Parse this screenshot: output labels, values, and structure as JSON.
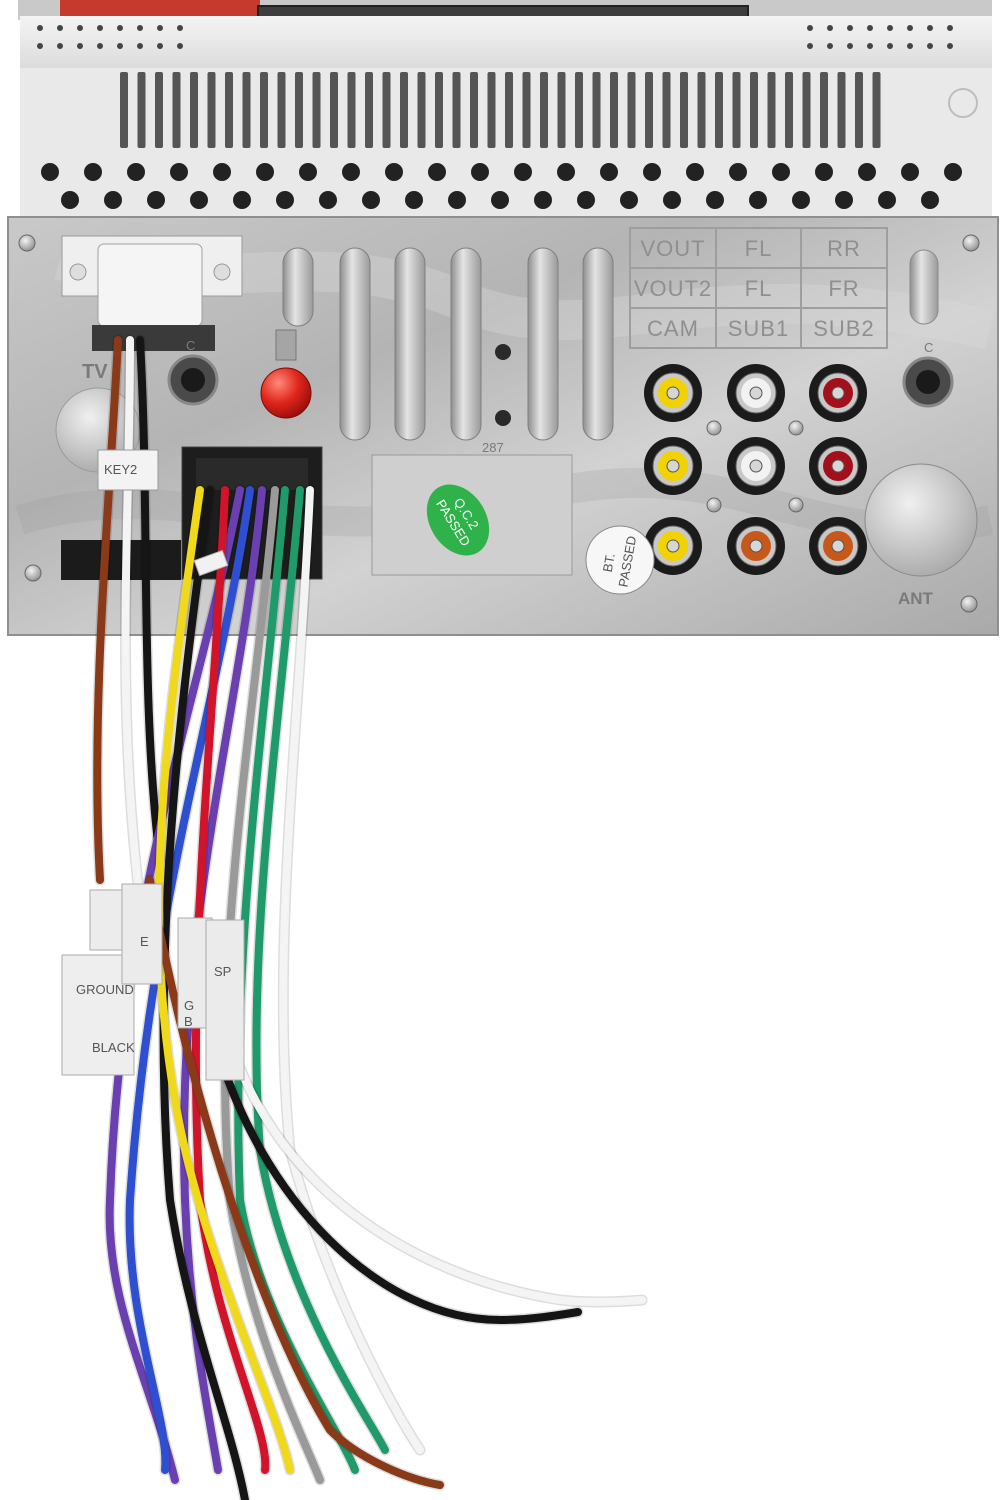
{
  "labels": {
    "tv": "TV",
    "key": "KEY2",
    "ant": "ANT",
    "qc_line1": "Q.C.2",
    "qc_line2": "PASSED",
    "bt_line1": "BT.",
    "bt_line2": "PASSED",
    "grid": [
      "VOUT",
      "FL",
      "RR",
      "VOUT2",
      "FL",
      "FR",
      "CAM",
      "SUB1",
      "SUB2"
    ],
    "stamp": "287",
    "small_c_left": "C",
    "small_c_right": "C",
    "tag_ground": "GROUND",
    "tag_black": "BLACK",
    "tag_e": "E",
    "tag_sp": "SP",
    "tag_g": "G",
    "tag_b": "B"
  },
  "colors": {
    "yellow_rca": "#f2d200",
    "white_rca": "#f2f2f2",
    "red_rca": "#a3101c",
    "orange_rca": "#c8581a",
    "wire_purple": "#6a3fb0",
    "wire_blue": "#2d4fd0",
    "wire_green": "#1f9a6a",
    "wire_red": "#d2142a",
    "wire_black": "#151515",
    "wire_white": "#f4f4f4",
    "wire_yellow": "#f0d81a",
    "wire_gray": "#9a9a9a",
    "wire_brown": "#8a3a18"
  }
}
